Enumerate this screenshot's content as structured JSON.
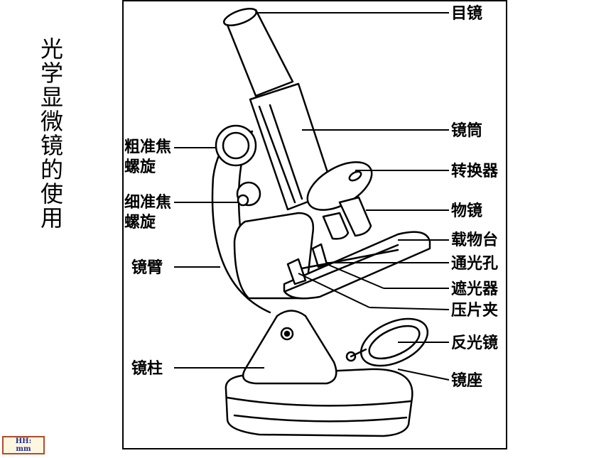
{
  "title": "光学显微镜的使用",
  "badge": "HH:\nmm",
  "labels": {
    "eyepiece": "目镜",
    "tube": "镜筒",
    "nosepiece": "转换器",
    "objective": "物镜",
    "stage": "载物台",
    "aperture": "通光孔",
    "diaphragm": "遮光器",
    "clip": "压片夹",
    "mirror": "反光镜",
    "base": "镜座",
    "coarse_1": "粗准焦",
    "coarse_2": "螺旋",
    "fine_1": "细准焦",
    "fine_2": "螺旋",
    "arm": "镜臂",
    "pillar": "镜柱"
  }
}
